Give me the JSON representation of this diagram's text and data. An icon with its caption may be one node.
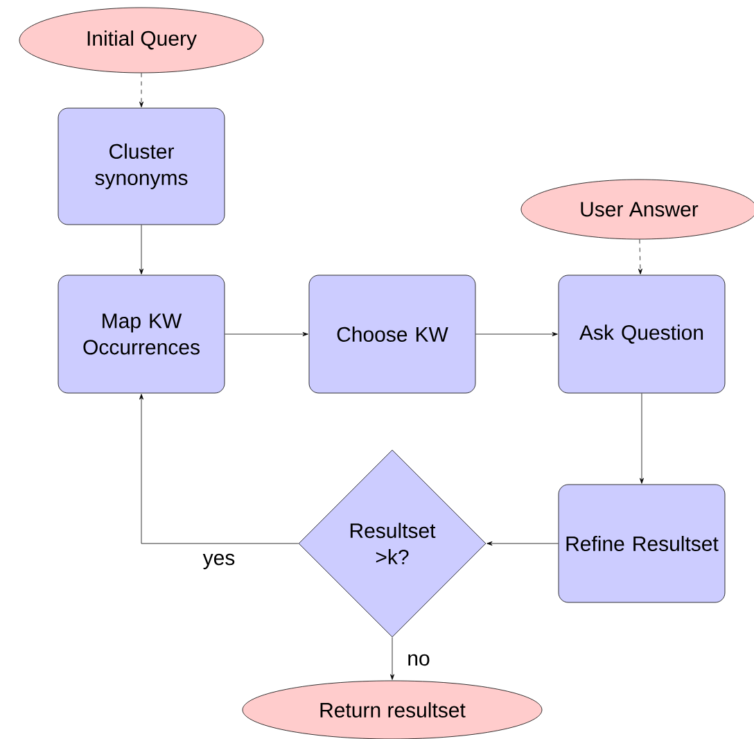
{
  "diagram": {
    "nodes": [
      {
        "text": [
          "Initial Query"
        ]
      },
      {
        "text": [
          "Cluster synonyms"
        ]
      },
      {
        "text": [
          "Map KW Occurrences"
        ]
      },
      {
        "text": [
          "Choose KW"
        ]
      },
      {
        "text": [
          "User Answer"
        ]
      },
      {
        "text": [
          "Ask Question"
        ]
      },
      {
        "text": [
          "Refine Resultset"
        ]
      },
      {
        "text": [
          "Resultset >k?"
        ]
      },
      {
        "text": [
          "Return resultset"
        ]
      }
    ],
    "edges": [
      {
        "from": 0,
        "to": 1,
        "arrow": "to",
        "style": "dashed"
      },
      {
        "from": 1,
        "to": 2,
        "arrow": "to"
      },
      {
        "from": 2,
        "to": 3,
        "arrow": "to"
      },
      {
        "from": 3,
        "to": 5,
        "arrow": "to"
      },
      {
        "from": 4,
        "to": 5,
        "arrow": "to",
        "style": "dashed"
      },
      {
        "from": 5,
        "to": 6,
        "arrow": "to"
      },
      {
        "from": 6,
        "to": 7,
        "arrow": "to"
      },
      {
        "from": 7,
        "to": 2,
        "arrow": "to",
        "label": "yes"
      },
      {
        "from": 7,
        "to": 8,
        "arrow": "to",
        "label": "no"
      }
    ]
  }
}
